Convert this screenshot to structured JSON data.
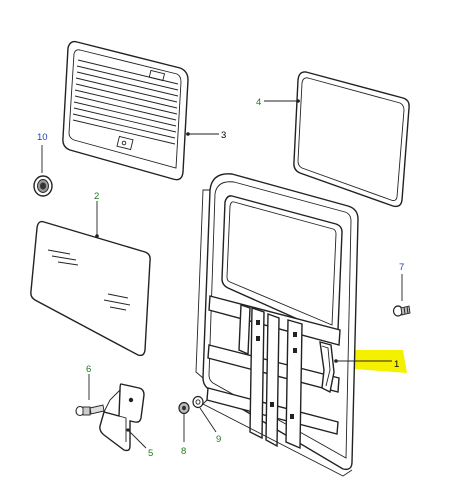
{
  "callouts": [
    {
      "id": "c1",
      "label": "1",
      "color": "#000000"
    },
    {
      "id": "c2",
      "label": "2",
      "color": "#1b7a1b"
    },
    {
      "id": "c3",
      "label": "3",
      "color": "#000000"
    },
    {
      "id": "c4",
      "label": "4",
      "color": "#1b7a1b"
    },
    {
      "id": "c5",
      "label": "5",
      "color": "#1b7a1b"
    },
    {
      "id": "c6",
      "label": "6",
      "color": "#1b7a1b"
    },
    {
      "id": "c7",
      "label": "7",
      "color": "#1f3fbf"
    },
    {
      "id": "c8",
      "label": "8",
      "color": "#1b7a1b"
    },
    {
      "id": "c9",
      "label": "9",
      "color": "#1b7a1b"
    },
    {
      "id": "c10",
      "label": "10",
      "color": "#1f3fbf"
    }
  ],
  "highlight_color": "#f5f000"
}
